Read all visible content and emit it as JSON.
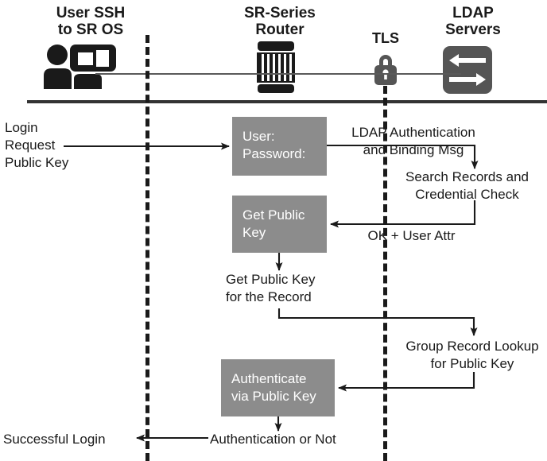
{
  "diagram": {
    "type": "sequence-flow",
    "title": "LDAP public key authentication flow",
    "columns": [
      {
        "id": "user",
        "title": "User SSH\nto SR OS",
        "icon": "user-at-computer-icon"
      },
      {
        "id": "router",
        "title": "SR-Series\nRouter",
        "icon": "router-icon"
      },
      {
        "id": "tls",
        "title": "TLS",
        "icon": "lock-icon"
      },
      {
        "id": "ldap",
        "title": "LDAP\nServers",
        "icon": "server-exchange-icon"
      }
    ],
    "boxes": [
      {
        "id": "credentials",
        "text": "User:\nPassword:",
        "fill": "#8c8c8c",
        "text_color": "#ffffff"
      },
      {
        "id": "get-key",
        "text": "Get Public\nKey",
        "fill": "#8c8c8c",
        "text_color": "#ffffff"
      },
      {
        "id": "authenticate",
        "text": "Authenticate\nvia Public Key",
        "fill": "#8c8c8c",
        "text_color": "#ffffff"
      }
    ],
    "labels": {
      "login_request": "Login\nRequest\nPublic Key",
      "ldap_auth": "LDAP Authentication\nand Binding Msg",
      "search_records": "Search Records and\nCredential Check",
      "ok_user_attr": "OK + User Attr",
      "get_record": "Get Public Key\nfor the Record",
      "group_lookup": "Group Record Lookup\nfor Public Key",
      "auth_or_not": "Authentication or Not",
      "successful_login": "Successful Login"
    },
    "colors": {
      "box_fill": "#8c8c8c",
      "box_text": "#ffffff",
      "line": "#333333",
      "icon_dark": "#1a1a1a",
      "icon_gray": "#555555",
      "text": "#1a1a1a"
    }
  }
}
